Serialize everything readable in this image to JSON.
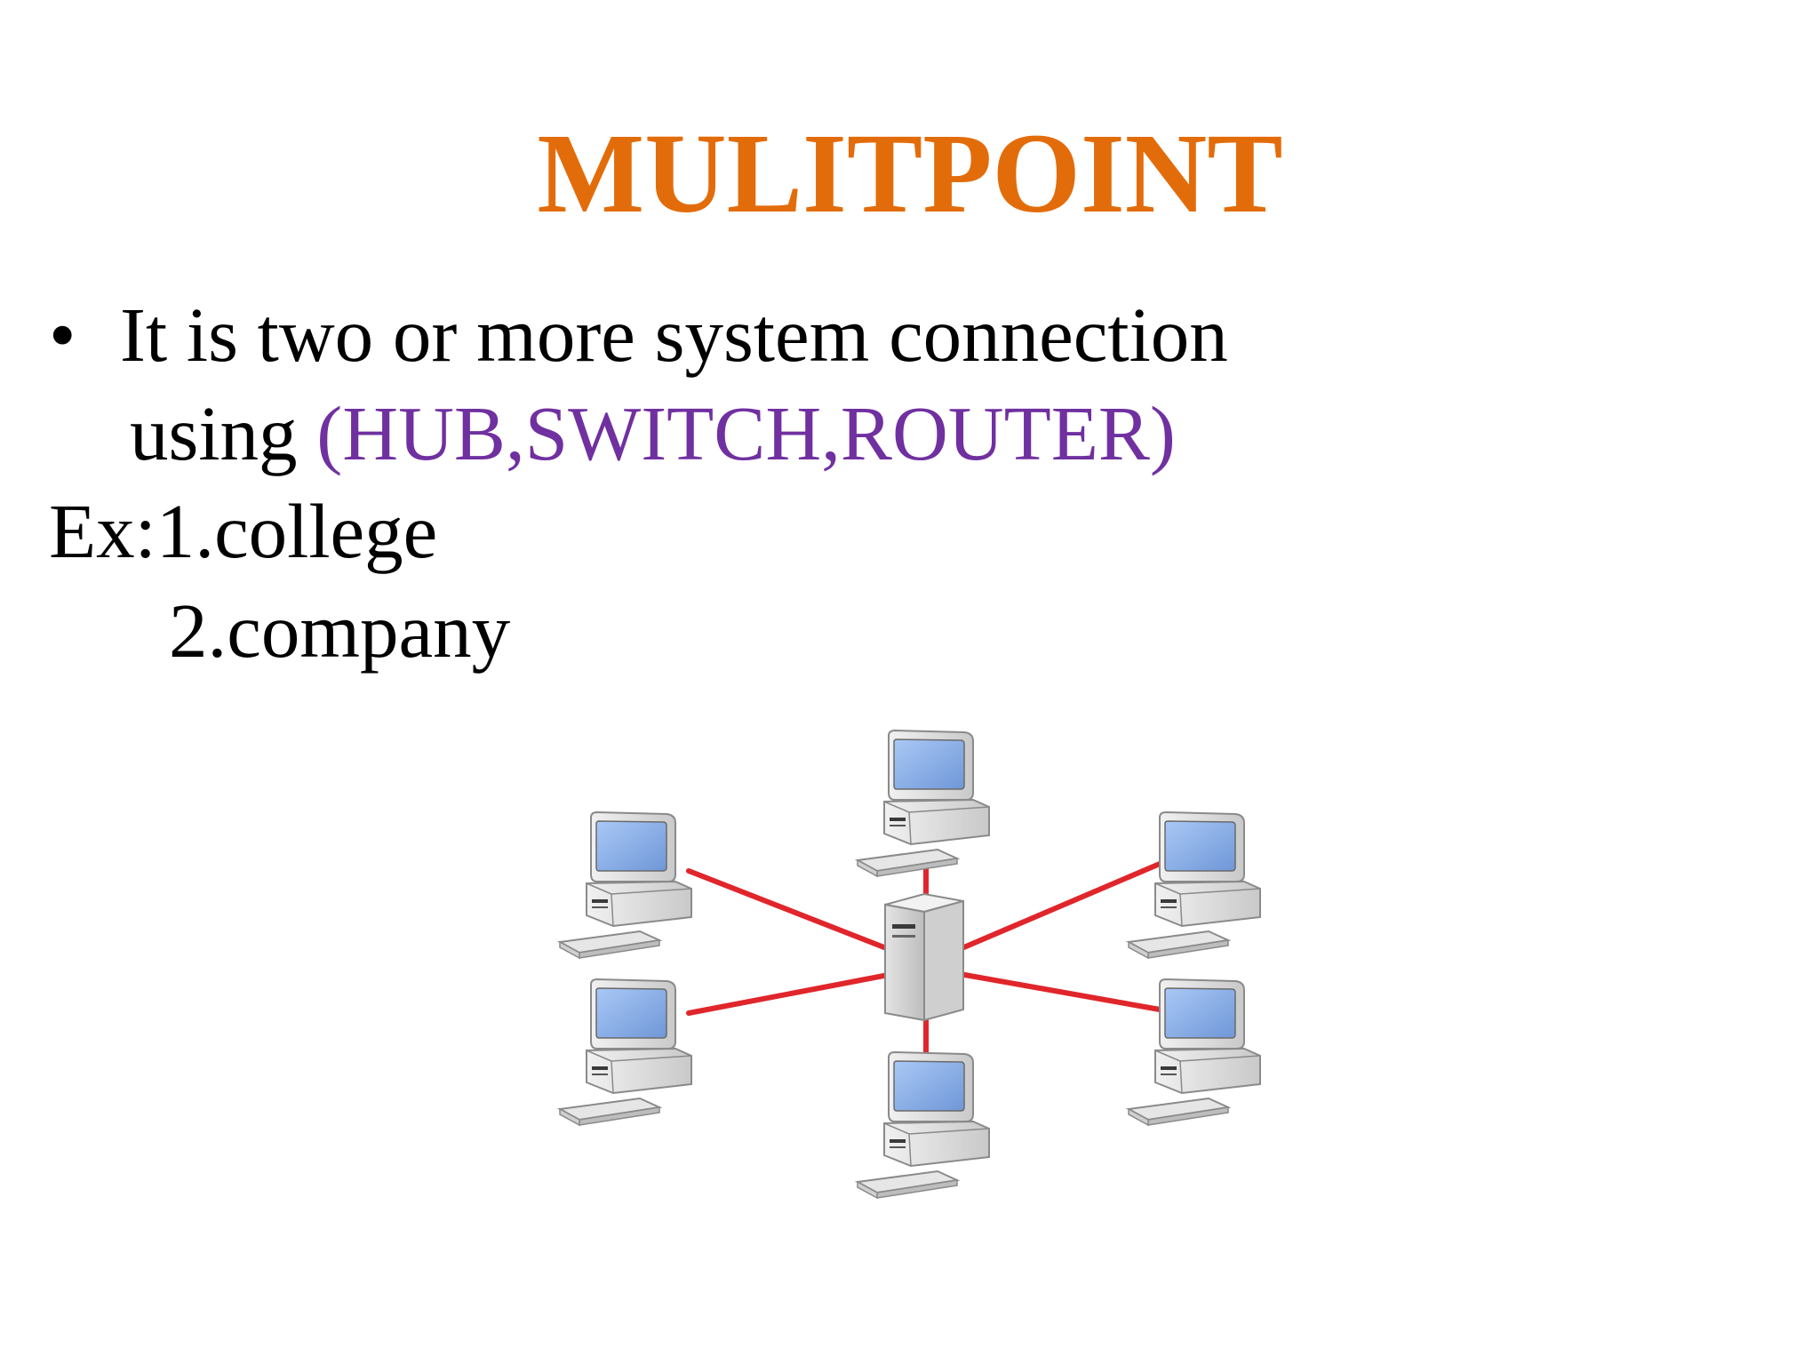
{
  "slide": {
    "title": "MULITPOINT",
    "bullet": {
      "marker": "•",
      "line1": "It is two or more system connection",
      "line2_prefix": "using ",
      "line2_highlight": "(HUB,SWITCH,ROUTER)"
    },
    "examples": {
      "line1": "Ex:1.college",
      "line2": "2.company"
    }
  },
  "diagram": {
    "center_device": "server-tower",
    "nodes": [
      "computer",
      "computer",
      "computer",
      "computer",
      "computer",
      "computer"
    ],
    "link_color": "#E0262B"
  },
  "colors": {
    "title": "#E36C0A",
    "highlight": "#7030A0",
    "body": "#000000",
    "background": "#FFFFFF"
  }
}
